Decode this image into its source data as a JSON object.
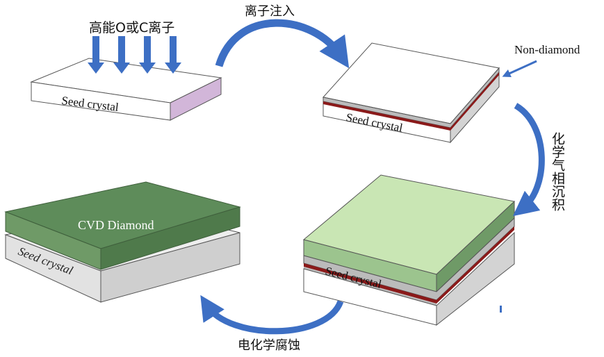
{
  "labels": {
    "ion_beam": "高能O或C离子",
    "ion_implant": "离子注入",
    "non_diamond": "Non-diamond",
    "cvd_step": "化学气相沉积",
    "etch_step": "电化学腐蚀",
    "cvd_diamond": "CVD Diamond",
    "seed_1": "Seed crystal",
    "seed_2": "Seed crystal",
    "seed_3": "Seed crystal",
    "seed_4": "Seed crystal"
  },
  "colors": {
    "arrow": "#3d6fc4",
    "diamond_light": "#c9e6b4",
    "diamond_dark": "#5e8c5a",
    "non_diamond_layer": "#8b1a1a",
    "seed_side": "#d3d3d3",
    "seed_side_purple": "#d2b6d9"
  }
}
